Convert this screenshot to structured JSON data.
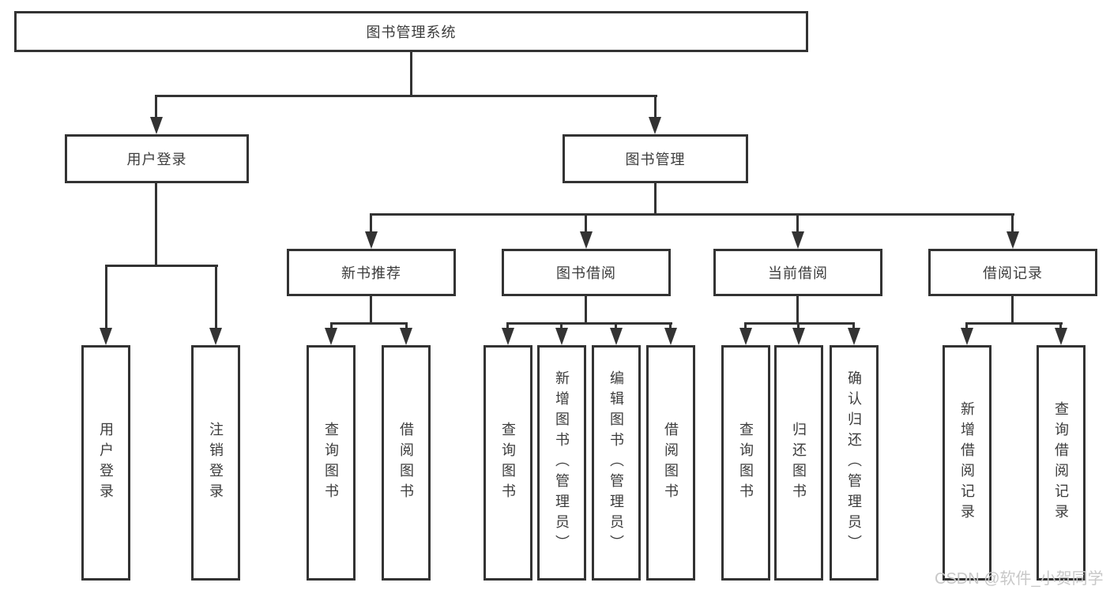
{
  "watermark": "CSDN @软件_小贺同学",
  "colors": {
    "line": "#333333",
    "text": "#3c3c3c",
    "watermark": "#c8c8c8",
    "background": "#ffffff"
  },
  "root": {
    "label": "图书管理系统"
  },
  "branches": [
    {
      "label": "用户登录",
      "leaves": [
        {
          "label": "用户登录"
        },
        {
          "label": "注销登录"
        }
      ]
    },
    {
      "label": "图书管理",
      "groups": [
        {
          "label": "新书推荐",
          "leaves": [
            {
              "label": "查询图书"
            },
            {
              "label": "借阅图书"
            }
          ]
        },
        {
          "label": "图书借阅",
          "leaves": [
            {
              "label": "查询图书"
            },
            {
              "label": "新增图书（管理员）"
            },
            {
              "label": "编辑图书（管理员）"
            },
            {
              "label": "借阅图书"
            }
          ]
        },
        {
          "label": "当前借阅",
          "leaves": [
            {
              "label": "查询图书"
            },
            {
              "label": "归还图书"
            },
            {
              "label": "确认归还（管理员）"
            }
          ]
        },
        {
          "label": "借阅记录",
          "leaves": [
            {
              "label": "新增借阅记录"
            },
            {
              "label": "查询借阅记录"
            }
          ]
        }
      ]
    }
  ]
}
